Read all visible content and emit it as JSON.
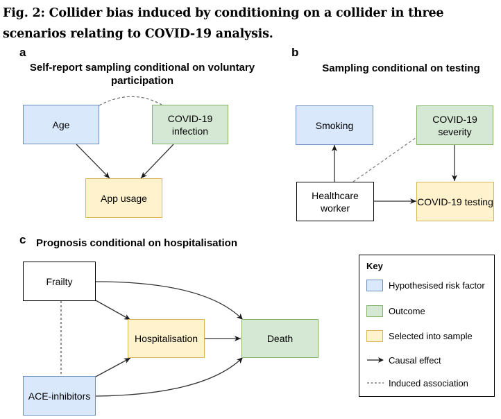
{
  "figure": {
    "title": "Fig. 2: Collider bias induced by conditioning on a collider in three scenarios relating to COVID-19 analysis."
  },
  "panels": {
    "a": {
      "letter": "a",
      "title": "Self-report sampling conditional on voluntary participation",
      "nodes": {
        "age": "Age",
        "covid_infection": "COVID-19 infection",
        "app_usage": "App usage"
      }
    },
    "b": {
      "letter": "b",
      "title": "Sampling conditional on testing",
      "nodes": {
        "smoking": "Smoking",
        "covid_severity": "COVID-19 severity",
        "healthcare_worker": "Healthcare worker",
        "covid_testing": "COVID-19 testing"
      }
    },
    "c": {
      "letter": "c",
      "title": "Prognosis conditional on hospitalisation",
      "nodes": {
        "frailty": "Frailty",
        "hospitalisation": "Hospitalisation",
        "death": "Death",
        "ace_inhibitors": "ACE-inhibitors"
      }
    }
  },
  "key": {
    "title": "Key",
    "items": [
      {
        "label": "Hypothesised risk factor",
        "color": "#dae8fc",
        "border": "#6c8ebf"
      },
      {
        "label": "Outcome",
        "color": "#d5e8d4",
        "border": "#82b366"
      },
      {
        "label": "Selected into sample",
        "color": "#fff2cc",
        "border": "#d6b656"
      },
      {
        "label": "Causal effect"
      },
      {
        "label": "Induced association"
      }
    ]
  },
  "colors": {
    "risk_factor": "#dae8fc",
    "outcome": "#d5e8d4",
    "selected": "#fff2cc",
    "edge": "#333333",
    "induced": "#777777"
  }
}
